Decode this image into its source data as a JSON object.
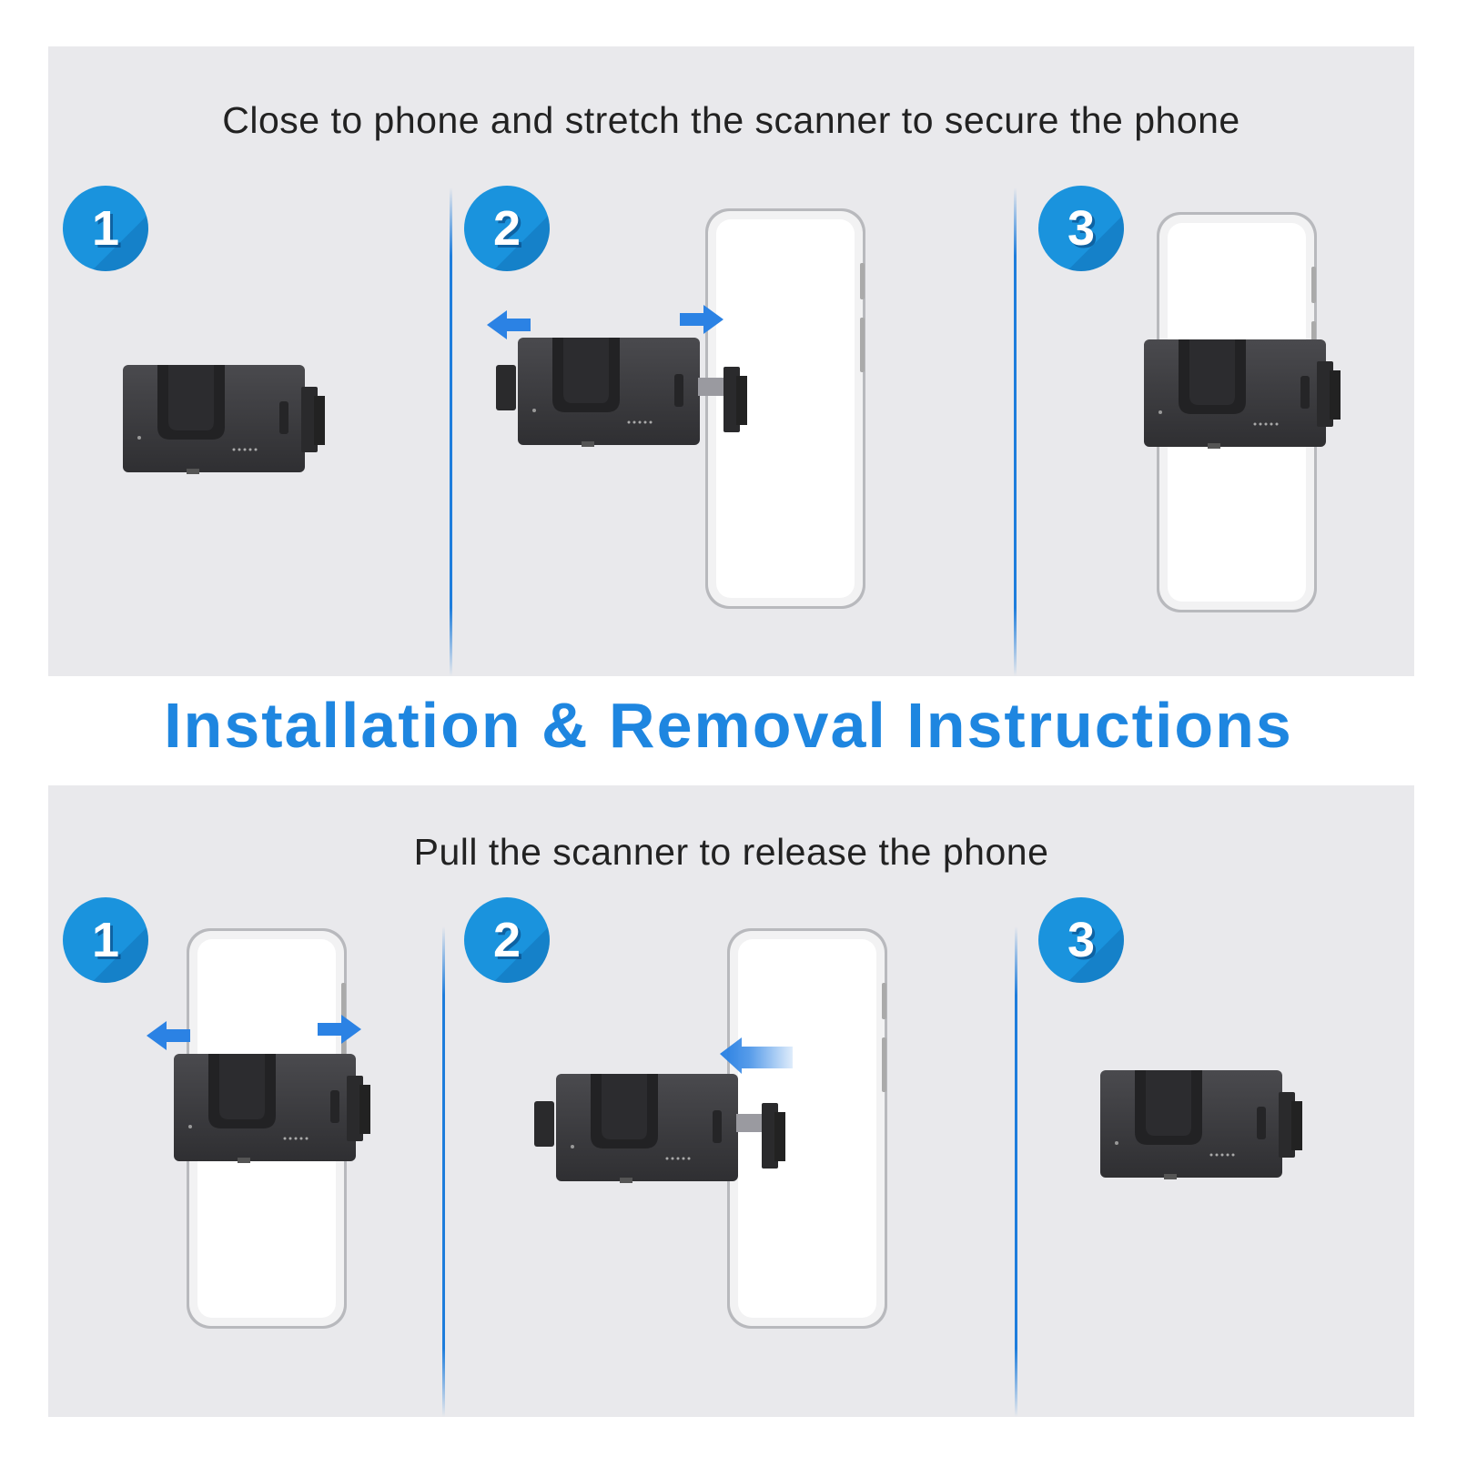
{
  "install": {
    "caption": "Close to phone and stretch the scanner to secure the phone",
    "steps": [
      "1",
      "2",
      "3"
    ]
  },
  "headline": "Installation & Removal Instructions",
  "removal": {
    "caption": "Pull the scanner to release the phone",
    "steps": [
      "1",
      "2",
      "3"
    ]
  },
  "colors": {
    "accent": "#1e86e0",
    "badge": "#1a93dd",
    "panel": "#e9e9ec",
    "scanner": "#3a3a3d",
    "arrow": "#2b82e4"
  }
}
